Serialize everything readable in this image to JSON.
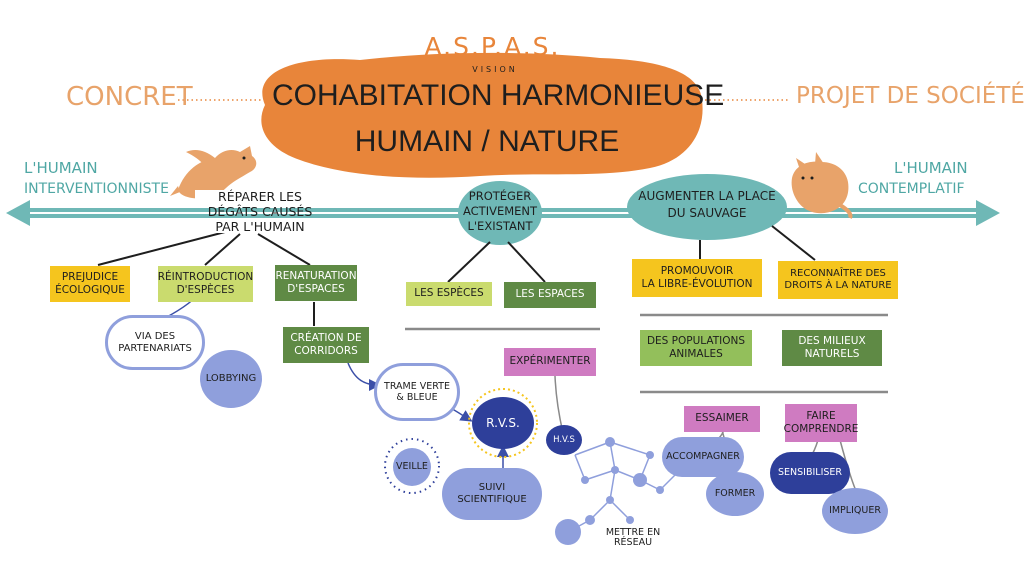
{
  "header": {
    "logo": "A.S.P.A.S.",
    "logo_sub": "VISION",
    "title_line1": "COHABITATION HARMONIEUSE",
    "title_line2": "HUMAIN / NATURE",
    "left_label": "CONCRET",
    "right_label": "PROJET DE SOCIÉTÉ"
  },
  "axis": {
    "left_line1": "L'HUMAIN",
    "left_line2": "INTERVENTIONNISTE",
    "right_line1": "L'HUMAIN",
    "right_line2": "CONTEMPLATIF"
  },
  "branches": {
    "repair": {
      "title_line1": "RÉPARER LES",
      "title_line2": "DÉGÂTS CAUSÉS",
      "title_line3": "PAR L'HUMAIN",
      "prejudice_line1": "PREJUDICE",
      "prejudice_line2": "ÉCOLOGIQUE",
      "reintro_line1": "RÉINTRODUCTION",
      "reintro_line2": "D'ESPÈCES",
      "renat_line1": "RENATURATION",
      "renat_line2": "D'ESPACES",
      "via_line1": "VIA DES",
      "via_line2": "PARTENARIATS",
      "lobbying": "LOBBYING",
      "corridors_line1": "CRÉATION DE",
      "corridors_line2": "CORRIDORS",
      "trame_line1": "TRAME VERTE",
      "trame_line2": "& BLEUE"
    },
    "protect": {
      "title_line1": "PROTÉGER",
      "title_line2": "ACTIVEMENT",
      "title_line3": "L'EXISTANT",
      "especes": "LES ESPÈCES",
      "espaces": "LES ESPACES",
      "experimenter": "EXPÉRIMENTER",
      "rvs": "R.V.S.",
      "hvs": "H.V.S",
      "veille": "VEILLE",
      "suivi_line1": "SUIVI",
      "suivi_line2": "SCIENTIFIQUE",
      "reseau_line1": "METTRE EN",
      "reseau_line2": "RÉSEAU"
    },
    "wild": {
      "title_line1": "AUGMENTER LA PLACE",
      "title_line2": "DU SAUVAGE",
      "promouvoir_line1": "PROMOUVOIR",
      "promouvoir_line2": "LA LIBRE-ÉVOLUTION",
      "droits_line1": "RECONNAÎTRE DES",
      "droits_line2": "DROITS À LA NATURE",
      "populations_line1": "DES POPULATIONS",
      "populations_line2": "ANIMALES",
      "milieux_line1": "DES MILIEUX",
      "milieux_line2": "NATURELS",
      "essaimer": "ESSAIMER",
      "faire_line1": "FAIRE",
      "faire_line2": "COMPRENDRE",
      "accompagner": "ACCOMPAGNER",
      "former": "FORMER",
      "sensibiliser": "SENSIBILISER",
      "impliquer": "IMPLIQUER"
    }
  },
  "colors": {
    "orange": "#e8853a",
    "teal": "#6fb8b6",
    "yellow": "#f5c51e",
    "lime": "#cadb6e",
    "green": "#5f8a45",
    "pink": "#cf7bc1",
    "lavender": "#8f9fdc",
    "navy": "#2e3f9a"
  },
  "illustrations": [
    "fox-icon",
    "wildcat-icon"
  ]
}
